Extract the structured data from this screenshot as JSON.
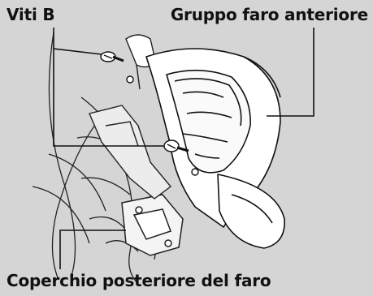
{
  "labels": {
    "viti_b": "Viti B",
    "gruppo_faro": "Gruppo faro anteriore",
    "coperchio": "Coperchio posteriore del faro"
  },
  "colors": {
    "background": "#d5d5d5",
    "line": "#111111",
    "part_fill": "#ffffff"
  }
}
